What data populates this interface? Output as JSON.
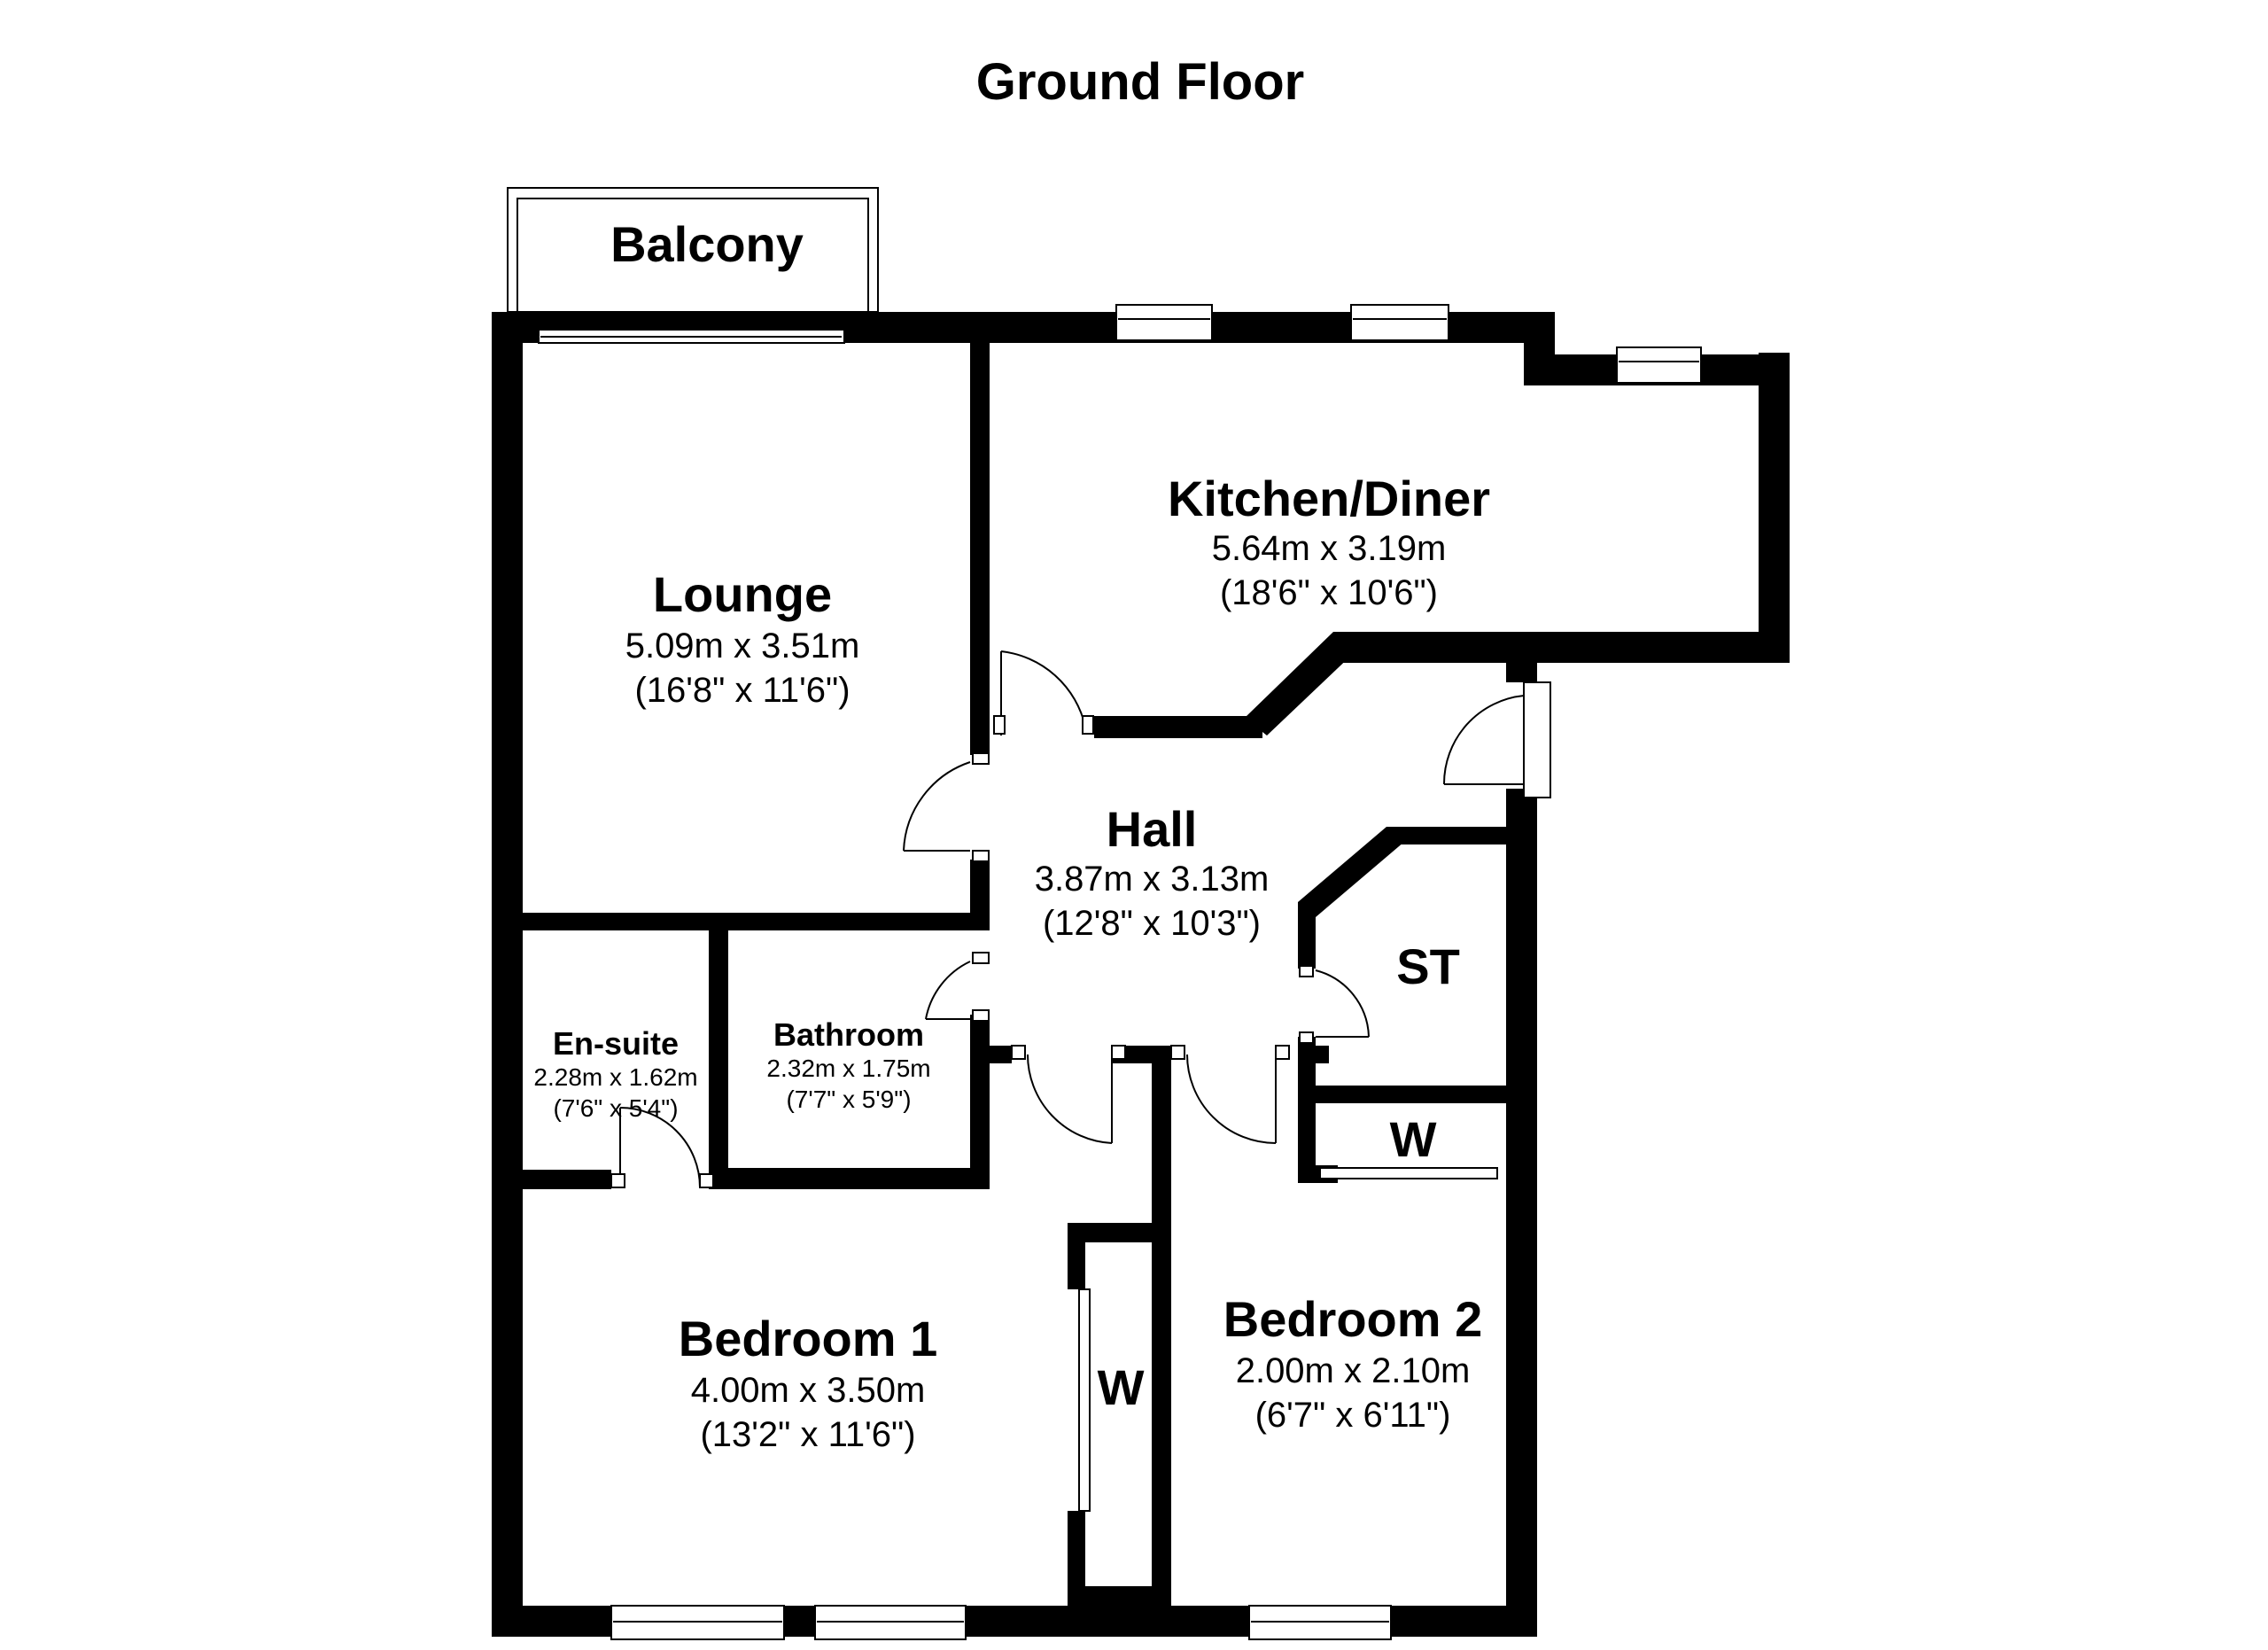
{
  "title": "Ground Floor",
  "rooms": {
    "balcony": {
      "name": "Balcony"
    },
    "lounge": {
      "name": "Lounge",
      "metric": "5.09m x 3.51m",
      "imperial": "(16'8\" x 11'6\")"
    },
    "kitchen": {
      "name": "Kitchen/Diner",
      "metric": "5.64m x 3.19m",
      "imperial": "(18'6\" x 10'6\")"
    },
    "hall": {
      "name": "Hall",
      "metric": "3.87m x 3.13m",
      "imperial": "(12'8\" x 10'3\")"
    },
    "store": {
      "name": "ST"
    },
    "ensuite": {
      "name": "En-suite",
      "metric": "2.28m x 1.62m",
      "imperial": "(7'6\" x 5'4\")"
    },
    "bathroom": {
      "name": "Bathroom",
      "metric": "2.32m x 1.75m",
      "imperial": "(7'7\" x 5'9\")"
    },
    "wardrobe1": {
      "name": "W"
    },
    "wardrobe2": {
      "name": "W"
    },
    "bedroom1": {
      "name": "Bedroom 1",
      "metric": "4.00m x 3.50m",
      "imperial": "(13'2\" x 11'6\")"
    },
    "bedroom2": {
      "name": "Bedroom 2",
      "metric": "2.00m x 2.10m",
      "imperial": "(6'7\" x 6'11\")"
    }
  }
}
